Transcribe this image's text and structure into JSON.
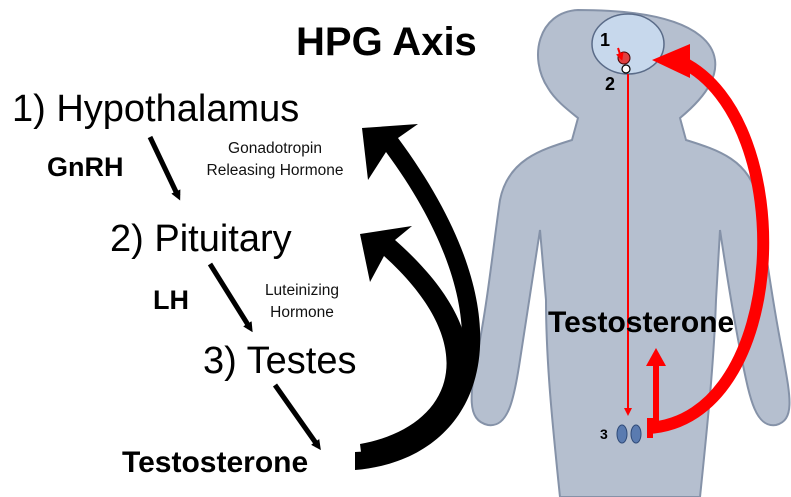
{
  "title": "HPG Axis",
  "steps": {
    "hypothalamus": "1) Hypothalamus",
    "pituitary": "2) Pituitary",
    "testes": "3) Testes"
  },
  "hormones": {
    "gnrh": {
      "abbr": "GnRH",
      "line1": "Gonadotropin",
      "line2": "Releasing Hormone"
    },
    "lh": {
      "abbr": "LH",
      "line1": "Luteinizing",
      "line2": "Hormone"
    }
  },
  "product_label": "Testosterone",
  "body_figure": {
    "label": "Testosterone",
    "markers": [
      "1",
      "2",
      "3"
    ],
    "colors": {
      "silhouette": "#b5bfcf",
      "outline": "#8592a8",
      "brain": "#c7d8ec",
      "arrow": "#ff0000"
    }
  }
}
